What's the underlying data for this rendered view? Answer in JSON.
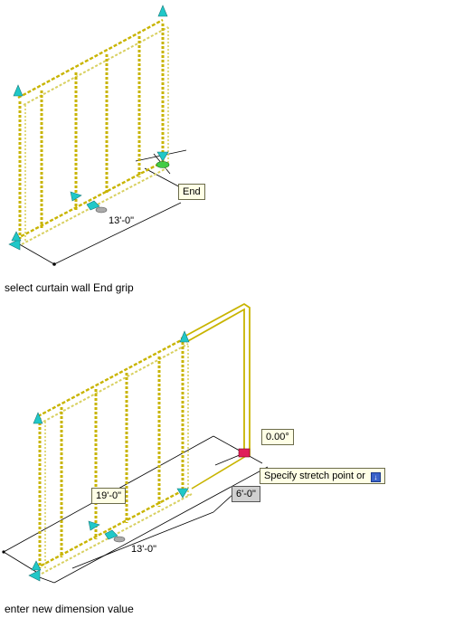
{
  "steps": [
    {
      "caption": "select curtain wall End grip",
      "grip_tooltip": "End",
      "dimension_label": "13'-0\""
    },
    {
      "caption": "enter new dimension value",
      "angle_input": "0.00°",
      "prompt": "Specify stretch point or",
      "length_input": "19'-0\"",
      "offset_input": "6'-0\"",
      "dimension_label": "13'-0\""
    }
  ],
  "icons": {
    "dynamic_input_menu": "down-arrow-icon"
  },
  "colors": {
    "wall": "#c8b400",
    "wall_highlight": "#d8d060",
    "grip": "#20c8c8",
    "active_grip": "#e0205a",
    "selected_grip": "#44cc44"
  }
}
